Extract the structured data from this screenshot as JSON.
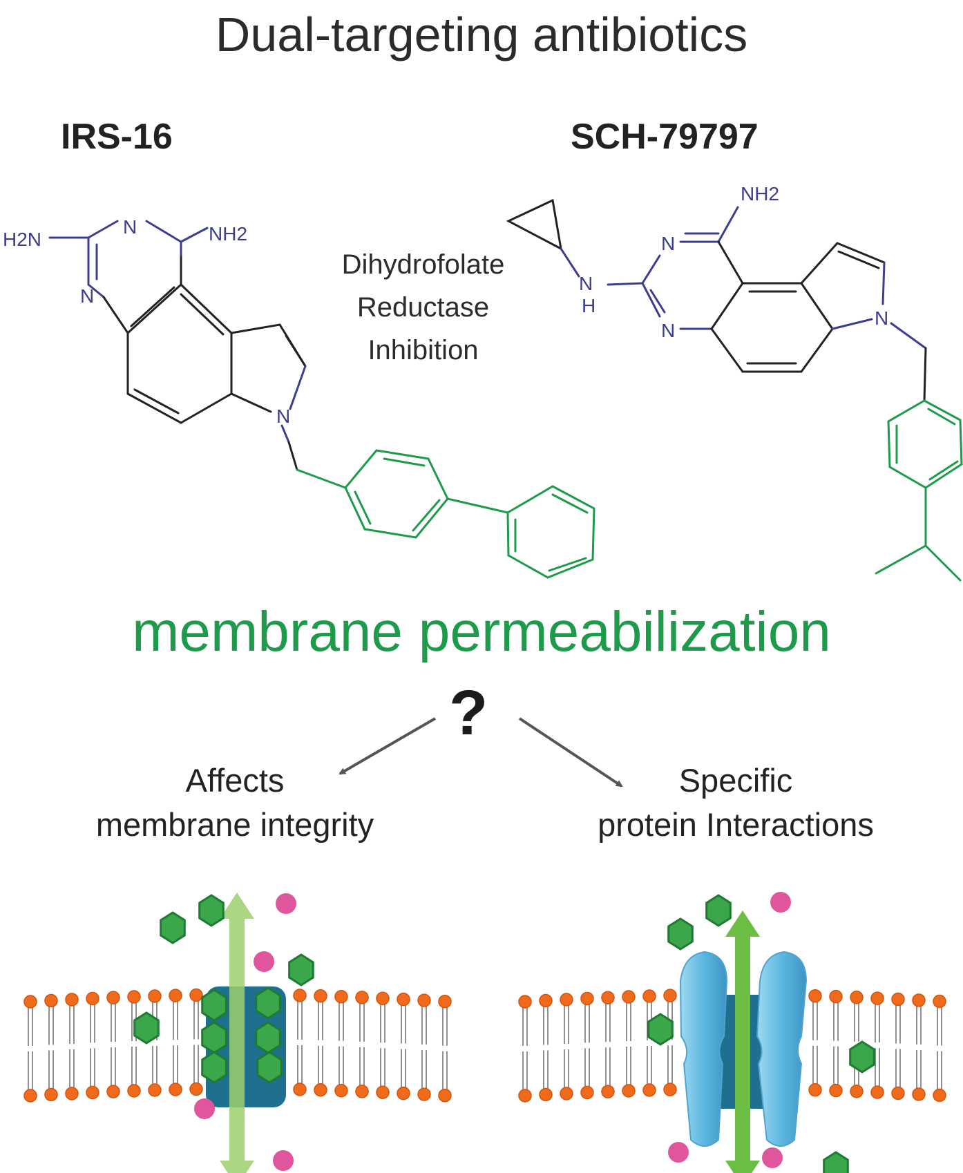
{
  "title": "Dual-targeting antibiotics",
  "compounds": [
    {
      "name": "IRS-16"
    },
    {
      "name": "SCH-79797"
    }
  ],
  "atom_labels": {
    "n": "N",
    "nh2": "NH2",
    "h2n": "H2N",
    "nh": "N",
    "h": "H"
  },
  "mechanism": {
    "line1": "Dihydrofolate",
    "line2": "Reductase",
    "line3": "Inhibition"
  },
  "effect": "membrane permeabilization",
  "question": "?",
  "outcomes": {
    "left": {
      "line1": "Affects",
      "line2": "membrane integrity"
    },
    "right": {
      "line1": "Specific",
      "line2": "protein Interactions"
    }
  },
  "colors": {
    "green": "#1e9a4b",
    "heteroatom": "#3d3d8f",
    "lipid_head": "#ef6a1a",
    "drug_hexagon": "#3ca64a",
    "ion": "#e0569c",
    "pore": "#1f6f8f",
    "channel": "#6fc3e8"
  }
}
